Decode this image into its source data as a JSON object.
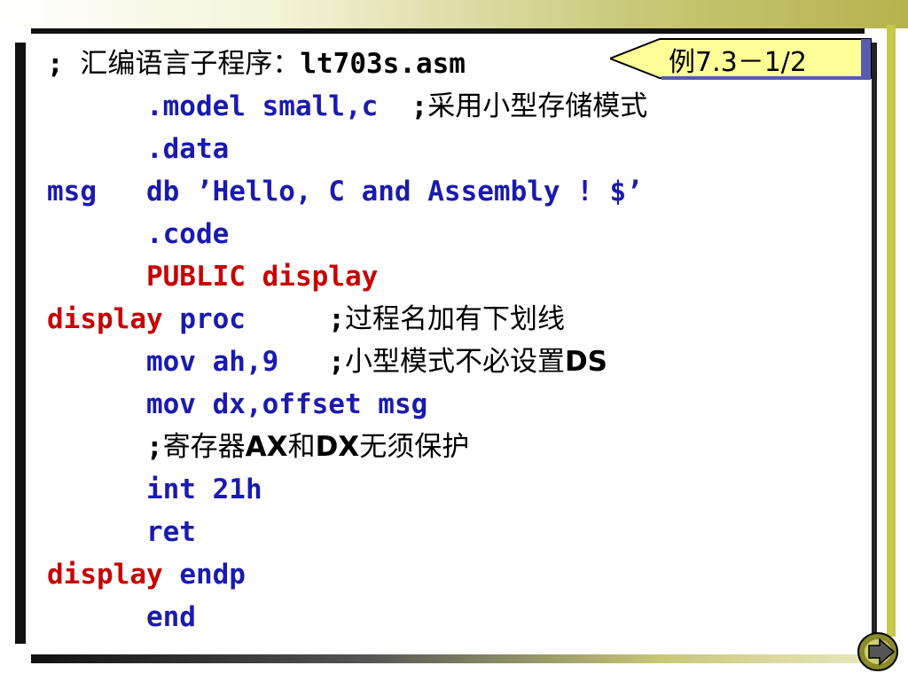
{
  "tag": "例7.3－1/2",
  "lines": [
    [
      {
        "t": "; ",
        "c": "blk"
      },
      {
        "t": "汇编语言子程序：",
        "c": "blk cjk"
      },
      {
        "t": "lt703s.asm",
        "c": "blk"
      }
    ],
    [
      {
        "t": "      ",
        "c": "blk"
      },
      {
        "t": ".model small,c",
        "c": "kw"
      },
      {
        "t": "  ;",
        "c": "blk"
      },
      {
        "t": "采用小型存储模式",
        "c": "blk cjk"
      }
    ],
    [
      {
        "t": "      ",
        "c": "blk"
      },
      {
        "t": ".data",
        "c": "kw"
      }
    ],
    [
      {
        "t": "msg   db ’Hello, C and Assembly ! $’",
        "c": "kw"
      }
    ],
    [
      {
        "t": "      ",
        "c": "blk"
      },
      {
        "t": ".code",
        "c": "kw"
      }
    ],
    [
      {
        "t": "      ",
        "c": "blk"
      },
      {
        "t": "PUBLIC display",
        "c": "red"
      }
    ],
    [
      {
        "t": "display",
        "c": "red"
      },
      {
        "t": " proc",
        "c": "kw"
      },
      {
        "t": "     ;",
        "c": "blk"
      },
      {
        "t": "过程名加有下划线",
        "c": "blk cjk"
      }
    ],
    [
      {
        "t": "      ",
        "c": "blk"
      },
      {
        "t": "mov ah,9",
        "c": "kw"
      },
      {
        "t": "   ;",
        "c": "blk"
      },
      {
        "t": "小型模式不必设置",
        "c": "blk cjk"
      },
      {
        "t": "DS",
        "c": "blk cjk-b"
      }
    ],
    [
      {
        "t": "      ",
        "c": "blk"
      },
      {
        "t": "mov dx,offset msg",
        "c": "kw"
      }
    ],
    [
      {
        "t": "      ;",
        "c": "blk"
      },
      {
        "t": "寄存器",
        "c": "blk cjk"
      },
      {
        "t": "AX",
        "c": "blk cjk-b"
      },
      {
        "t": "和",
        "c": "blk cjk"
      },
      {
        "t": "DX",
        "c": "blk cjk-b"
      },
      {
        "t": "无须保护",
        "c": "blk cjk"
      }
    ],
    [
      {
        "t": "      ",
        "c": "blk"
      },
      {
        "t": "int 21h",
        "c": "kw"
      }
    ],
    [
      {
        "t": "      ",
        "c": "blk"
      },
      {
        "t": "ret",
        "c": "kw"
      }
    ],
    [
      {
        "t": "display",
        "c": "red"
      },
      {
        "t": " endp",
        "c": "kw"
      }
    ],
    [
      {
        "t": "      ",
        "c": "blk"
      },
      {
        "t": "end",
        "c": "kw"
      }
    ]
  ]
}
